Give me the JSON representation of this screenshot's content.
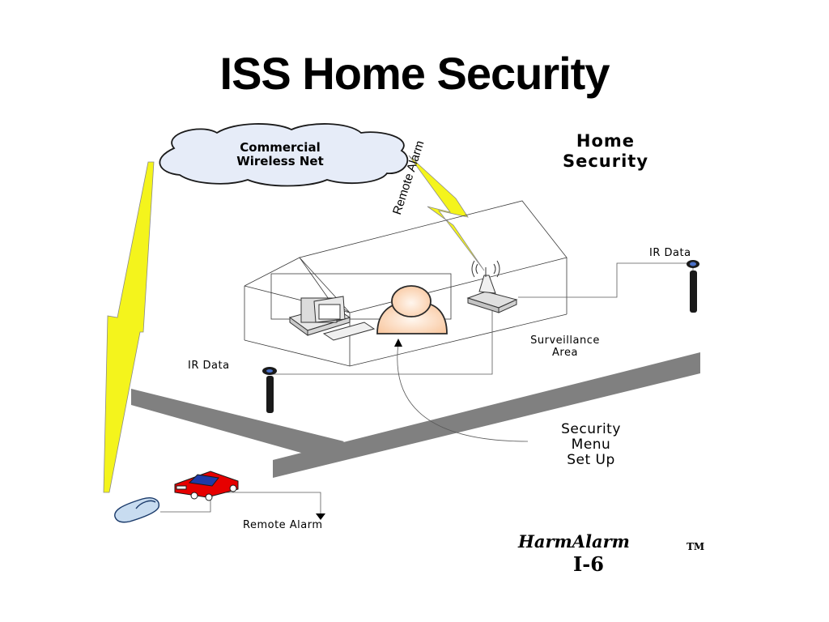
{
  "title": "ISS Home Security",
  "cloud_label": "Commercial\nWireless Net",
  "home_security_label": "Home\nSecurity",
  "remote_alarm_link_label": "Remote Alarm",
  "ir_data_right_label": "IR Data",
  "ir_data_left_label": "IR Data",
  "surveillance_area_label": "Surveillance\nArea",
  "security_menu_label": "Security\nMenu\nSet Up",
  "remote_alarm_car_label": "Remote Alarm",
  "footer": {
    "brand": "HarmAlarm",
    "trademark": "TM",
    "page_number": "I-6"
  },
  "colors": {
    "lightning": "#f4f41c",
    "cloud_fill": "#e6ecf8",
    "road": "#808080",
    "sensor": "#1a1a1a",
    "car_body": "#e60000",
    "car_roof": "#1f3aa8",
    "person_fill": "#fcd7b8",
    "phone_fill": "#c8dcf0"
  },
  "icons": [
    "cloud-icon",
    "lightning-bolt-icon",
    "house-outline-icon",
    "computer-icon",
    "person-icon",
    "wireless-router-icon",
    "ir-sensor-icon",
    "car-icon",
    "mobile-phone-icon",
    "arrow-down-icon",
    "road-icon"
  ]
}
